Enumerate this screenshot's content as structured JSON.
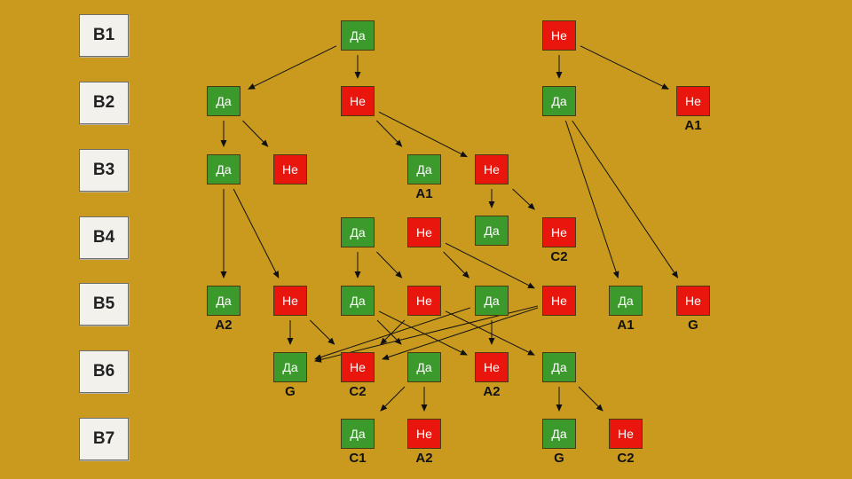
{
  "rows": [
    {
      "id": "row-b1",
      "label": "B1"
    },
    {
      "id": "row-b2",
      "label": "B2"
    },
    {
      "id": "row-b3",
      "label": "B3"
    },
    {
      "id": "row-b4",
      "label": "B4"
    },
    {
      "id": "row-b5",
      "label": "B5"
    },
    {
      "id": "row-b6",
      "label": "B6"
    },
    {
      "id": "row-b7",
      "label": "B7"
    }
  ],
  "labels": {
    "yes": "Да",
    "no": "Не"
  },
  "colors": {
    "yes": "#3C9A2C",
    "no": "#E8160C",
    "background": "#C99A1E"
  },
  "nodes": [
    {
      "id": "b1-yes",
      "row": 1,
      "answer": "yes"
    },
    {
      "id": "b1-no",
      "row": 1,
      "answer": "no"
    },
    {
      "id": "b2-yes-a",
      "row": 2,
      "answer": "yes"
    },
    {
      "id": "b2-no-a",
      "row": 2,
      "answer": "no"
    },
    {
      "id": "b2-yes-b",
      "row": 2,
      "answer": "yes"
    },
    {
      "id": "b2-no-b",
      "row": 2,
      "answer": "no",
      "leaf": "A1"
    },
    {
      "id": "b3-yes-a",
      "row": 3,
      "answer": "yes"
    },
    {
      "id": "b3-no-a",
      "row": 3,
      "answer": "no"
    },
    {
      "id": "b3-yes-b",
      "row": 3,
      "answer": "yes",
      "leaf": "A1"
    },
    {
      "id": "b3-no-b",
      "row": 3,
      "answer": "no"
    },
    {
      "id": "b4-yes-a",
      "row": 4,
      "answer": "yes"
    },
    {
      "id": "b4-no-a",
      "row": 4,
      "answer": "no"
    },
    {
      "id": "b4-yes-b",
      "row": 4,
      "answer": "yes"
    },
    {
      "id": "b4-no-b",
      "row": 4,
      "answer": "no",
      "leaf": "C2"
    },
    {
      "id": "b5-yes-a",
      "row": 5,
      "answer": "yes",
      "leaf": "A2"
    },
    {
      "id": "b5-no-a",
      "row": 5,
      "answer": "no"
    },
    {
      "id": "b5-yes-b",
      "row": 5,
      "answer": "yes"
    },
    {
      "id": "b5-no-b",
      "row": 5,
      "answer": "no"
    },
    {
      "id": "b5-yes-c",
      "row": 5,
      "answer": "yes"
    },
    {
      "id": "b5-no-c",
      "row": 5,
      "answer": "no"
    },
    {
      "id": "b5-yes-d",
      "row": 5,
      "answer": "yes",
      "leaf": "A1"
    },
    {
      "id": "b5-no-d",
      "row": 5,
      "answer": "no",
      "leaf": "G"
    },
    {
      "id": "b6-yes-a",
      "row": 6,
      "answer": "yes",
      "leaf": "G"
    },
    {
      "id": "b6-no-a",
      "row": 6,
      "answer": "no",
      "leaf": "C2"
    },
    {
      "id": "b6-yes-b",
      "row": 6,
      "answer": "yes"
    },
    {
      "id": "b6-no-b",
      "row": 6,
      "answer": "no",
      "leaf": "A2"
    },
    {
      "id": "b6-yes-c",
      "row": 6,
      "answer": "yes"
    },
    {
      "id": "b7-yes-a",
      "row": 7,
      "answer": "yes",
      "leaf": "C1"
    },
    {
      "id": "b7-no-a",
      "row": 7,
      "answer": "no",
      "leaf": "A2"
    },
    {
      "id": "b7-yes-b",
      "row": 7,
      "answer": "yes",
      "leaf": "G"
    },
    {
      "id": "b7-no-b",
      "row": 7,
      "answer": "no",
      "leaf": "C2"
    }
  ],
  "edges": [
    {
      "from": "b1-yes",
      "to": "b2-yes-a"
    },
    {
      "from": "b1-yes",
      "to": "b2-no-a"
    },
    {
      "from": "b1-no",
      "to": "b2-yes-b"
    },
    {
      "from": "b1-no",
      "to": "b2-no-b"
    },
    {
      "from": "b2-yes-a",
      "to": "b3-yes-a"
    },
    {
      "from": "b2-yes-a",
      "to": "b3-no-a"
    },
    {
      "from": "b2-no-a",
      "to": "b3-yes-b"
    },
    {
      "from": "b2-no-a",
      "to": "b3-no-b"
    },
    {
      "from": "b2-yes-b",
      "to": "b5-yes-d"
    },
    {
      "from": "b2-yes-b",
      "to": "b5-no-d"
    },
    {
      "from": "b3-yes-a",
      "to": "b5-yes-a"
    },
    {
      "from": "b3-yes-a",
      "to": "b5-no-a"
    },
    {
      "from": "b3-no-b",
      "to": "b4-yes-b"
    },
    {
      "from": "b3-no-b",
      "to": "b4-no-b"
    },
    {
      "from": "b4-yes-a",
      "to": "b5-yes-b"
    },
    {
      "from": "b4-yes-a",
      "to": "b5-no-b"
    },
    {
      "from": "b4-no-a",
      "to": "b5-yes-c"
    },
    {
      "from": "b4-no-a",
      "to": "b5-no-c"
    },
    {
      "from": "b5-no-a",
      "to": "b6-yes-a"
    },
    {
      "from": "b5-no-a",
      "to": "b6-no-a"
    },
    {
      "from": "b5-yes-b",
      "to": "b6-yes-b"
    },
    {
      "from": "b5-yes-b",
      "to": "b6-no-b"
    },
    {
      "from": "b5-no-b",
      "to": "b6-no-a"
    },
    {
      "from": "b5-no-b",
      "to": "b6-yes-c"
    },
    {
      "from": "b5-yes-c",
      "to": "b6-yes-a"
    },
    {
      "from": "b5-yes-c",
      "to": "b6-no-b"
    },
    {
      "from": "b5-no-c",
      "to": "b6-yes-a"
    },
    {
      "from": "b5-no-c",
      "to": "b6-no-a"
    },
    {
      "from": "b6-yes-b",
      "to": "b7-yes-a"
    },
    {
      "from": "b6-yes-b",
      "to": "b7-no-a"
    },
    {
      "from": "b6-yes-c",
      "to": "b7-yes-b"
    },
    {
      "from": "b6-yes-c",
      "to": "b7-no-b"
    }
  ]
}
